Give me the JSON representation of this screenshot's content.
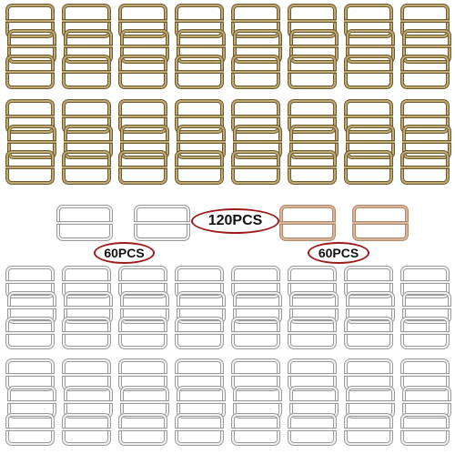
{
  "product": {
    "total_label": "120PCS",
    "silver_label": "60PCS",
    "bronze_label": "60PCS"
  },
  "colors": {
    "bronze_light": "#bfa972",
    "bronze_dark": "#6e5a2f",
    "silver_light": "#f2f2f2",
    "silver_dark": "#9a9a9a",
    "rose_gold": "#d8b59a",
    "oval_border": "#9b1c1c"
  },
  "icons": {
    "bronze": "slide-buckle-bronze-icon",
    "silver": "slide-buckle-silver-icon",
    "rose_gold": "slide-buckle-rose-gold-icon"
  }
}
